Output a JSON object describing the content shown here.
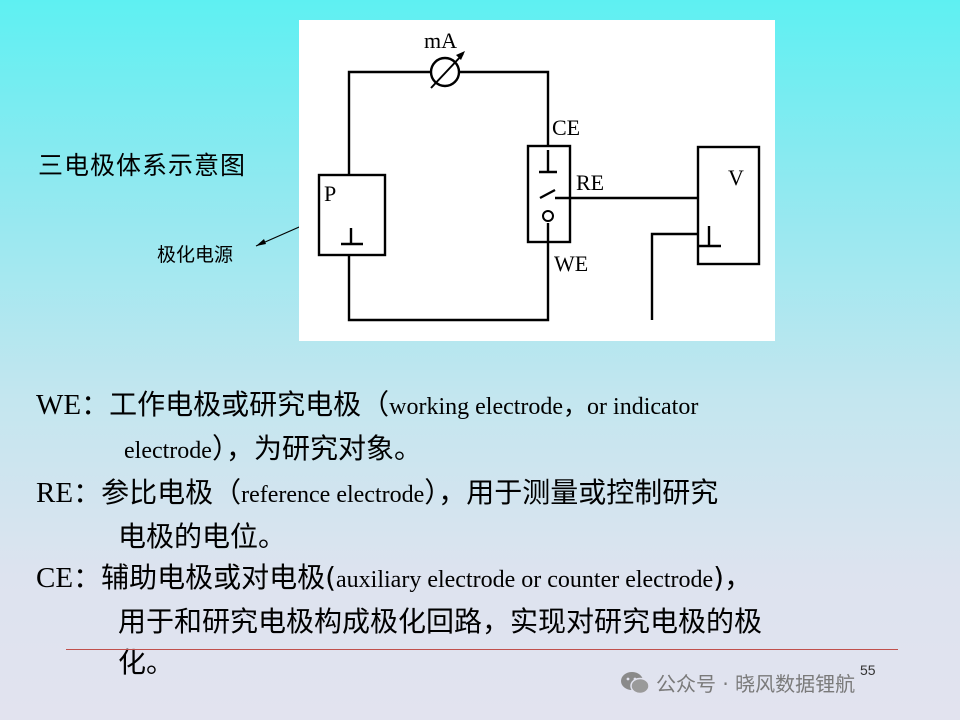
{
  "diagram": {
    "title": "三电极体系示意图",
    "source_label": "极化电源",
    "labels": {
      "ammeter": "mA",
      "counter": "CE",
      "reference": "RE",
      "working": "WE",
      "power": "P",
      "voltmeter": "V"
    }
  },
  "definitions": {
    "we": {
      "abbr": "WE",
      "sep": "：",
      "cn1": "工作电极或研究电极（",
      "en1": "working electrode，or indicator",
      "en2": "electrode",
      "cn2": "），为研究对象。"
    },
    "re": {
      "abbr": "RE",
      "sep": "：",
      "cn1": "参比电极（",
      "en1": "reference electrode",
      "cn2": "），用于测量或控制研究",
      "cn3": "电极的电位。"
    },
    "ce": {
      "abbr": "CE",
      "sep": "：",
      "cn1": "辅助电极或对电极(",
      "en1": "auxiliary electrode or counter electrode",
      "cn2": ")，",
      "cn3": "用于和研究电极构成极化回路，实现对研究电极的极",
      "cn4": "化。"
    }
  },
  "footer": {
    "page_number": "55",
    "watermark": "公众号 · 晓风数据锂航"
  }
}
